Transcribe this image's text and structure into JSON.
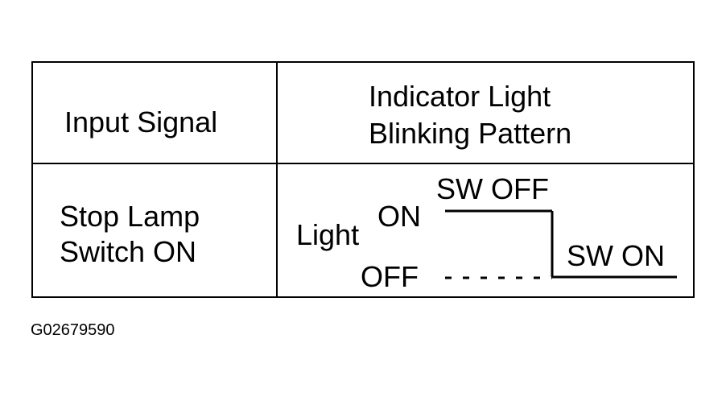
{
  "table": {
    "header": {
      "input_signal": "Input Signal",
      "indicator_line1": "Indicator Light",
      "indicator_line2": "Blinking Pattern"
    },
    "row": {
      "input_line1": "Stop Lamp",
      "input_line2": "Switch ON",
      "pattern": {
        "light_label": "Light",
        "on_label": "ON",
        "off_label": "OFF",
        "sw_off_label": "SW OFF",
        "sw_on_label": "SW ON"
      }
    }
  },
  "figure_code": "G02679590"
}
